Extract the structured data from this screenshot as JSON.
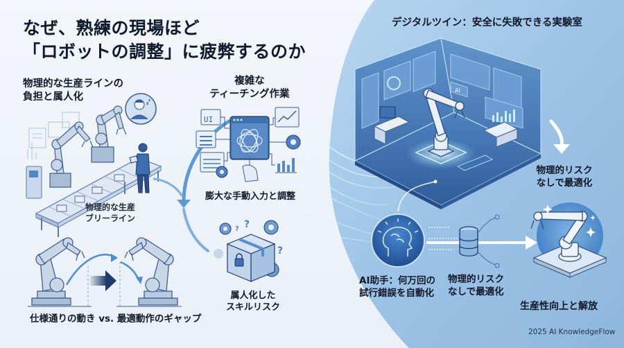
{
  "title": {
    "line1": "なぜ、熟練の現場ほど",
    "line2": "「ロボットの調整」に疲弊するのか"
  },
  "left": {
    "production_line": {
      "heading_line1": "物理的な生産ラインの",
      "heading_line2": "負担と属人化",
      "caption_line1": "物理的な生産",
      "caption_line2": "ブリーライン",
      "icons": [
        "tired-worker-avatar-icon",
        "robot-arm-icon",
        "conveyor-belt-icon",
        "control-panel-icon",
        "worker-with-tablet-icon"
      ]
    },
    "teaching": {
      "heading_line1": "複雑な",
      "heading_line2": "ティーチング作業",
      "caption": "膨大な手動入力と調整",
      "ui_label": "UI",
      "icons": [
        "tangled-window-icon",
        "ui-window-icon",
        "list-window-icon",
        "table-window-icon",
        "line-chart-icon",
        "gear-icon",
        "bar-chart-icon",
        "hand-pointer-icon"
      ]
    },
    "skill_risk": {
      "caption_line1": "属人化した",
      "caption_line2": "スキルリスク",
      "icons": [
        "locked-box-icon",
        "gear-icon",
        "question-mark-icon"
      ]
    },
    "gap": {
      "caption": "仕様通りの動き vs. 最適動作のギャップ",
      "icons": [
        "robot-arm-icon",
        "arrow-right-icon",
        "robot-arm-icon"
      ]
    }
  },
  "right": {
    "heading": "デジタルツイン：安全に失敗できる実験室",
    "twin_room": {
      "screen_labels": [
        "AI"
      ],
      "icons": [
        "virtual-room-icon",
        "robot-arm-icon",
        "monitor-desk-icon",
        "gear-icon",
        "bar-chart-icon",
        "tablet-icon"
      ]
    },
    "risk_free_top": {
      "line1": "物理的リスク",
      "line2": "なしで最適化"
    },
    "ai_assistant": {
      "line1": "AI助手：何万回の",
      "line2": "試行錯誤を自動化",
      "icons": [
        "ai-brain-head-icon",
        "database-icon",
        "arrow-right-icon"
      ]
    },
    "risk_free_bottom": {
      "line1": "物理的リスク",
      "line2": "なしで最適化"
    },
    "productivity": {
      "caption": "生産性向上と解放",
      "icons": [
        "optimized-robot-arm-icon",
        "sparkle-icon"
      ]
    }
  },
  "footer": "2025 AI KnowledgeFlow",
  "colors": {
    "background_left": "#eef3f8",
    "background_right": "#9cc3e6",
    "accent_blue": "#4a8fd1",
    "dark_navy": "#1e3a6b",
    "text": "#111827"
  }
}
